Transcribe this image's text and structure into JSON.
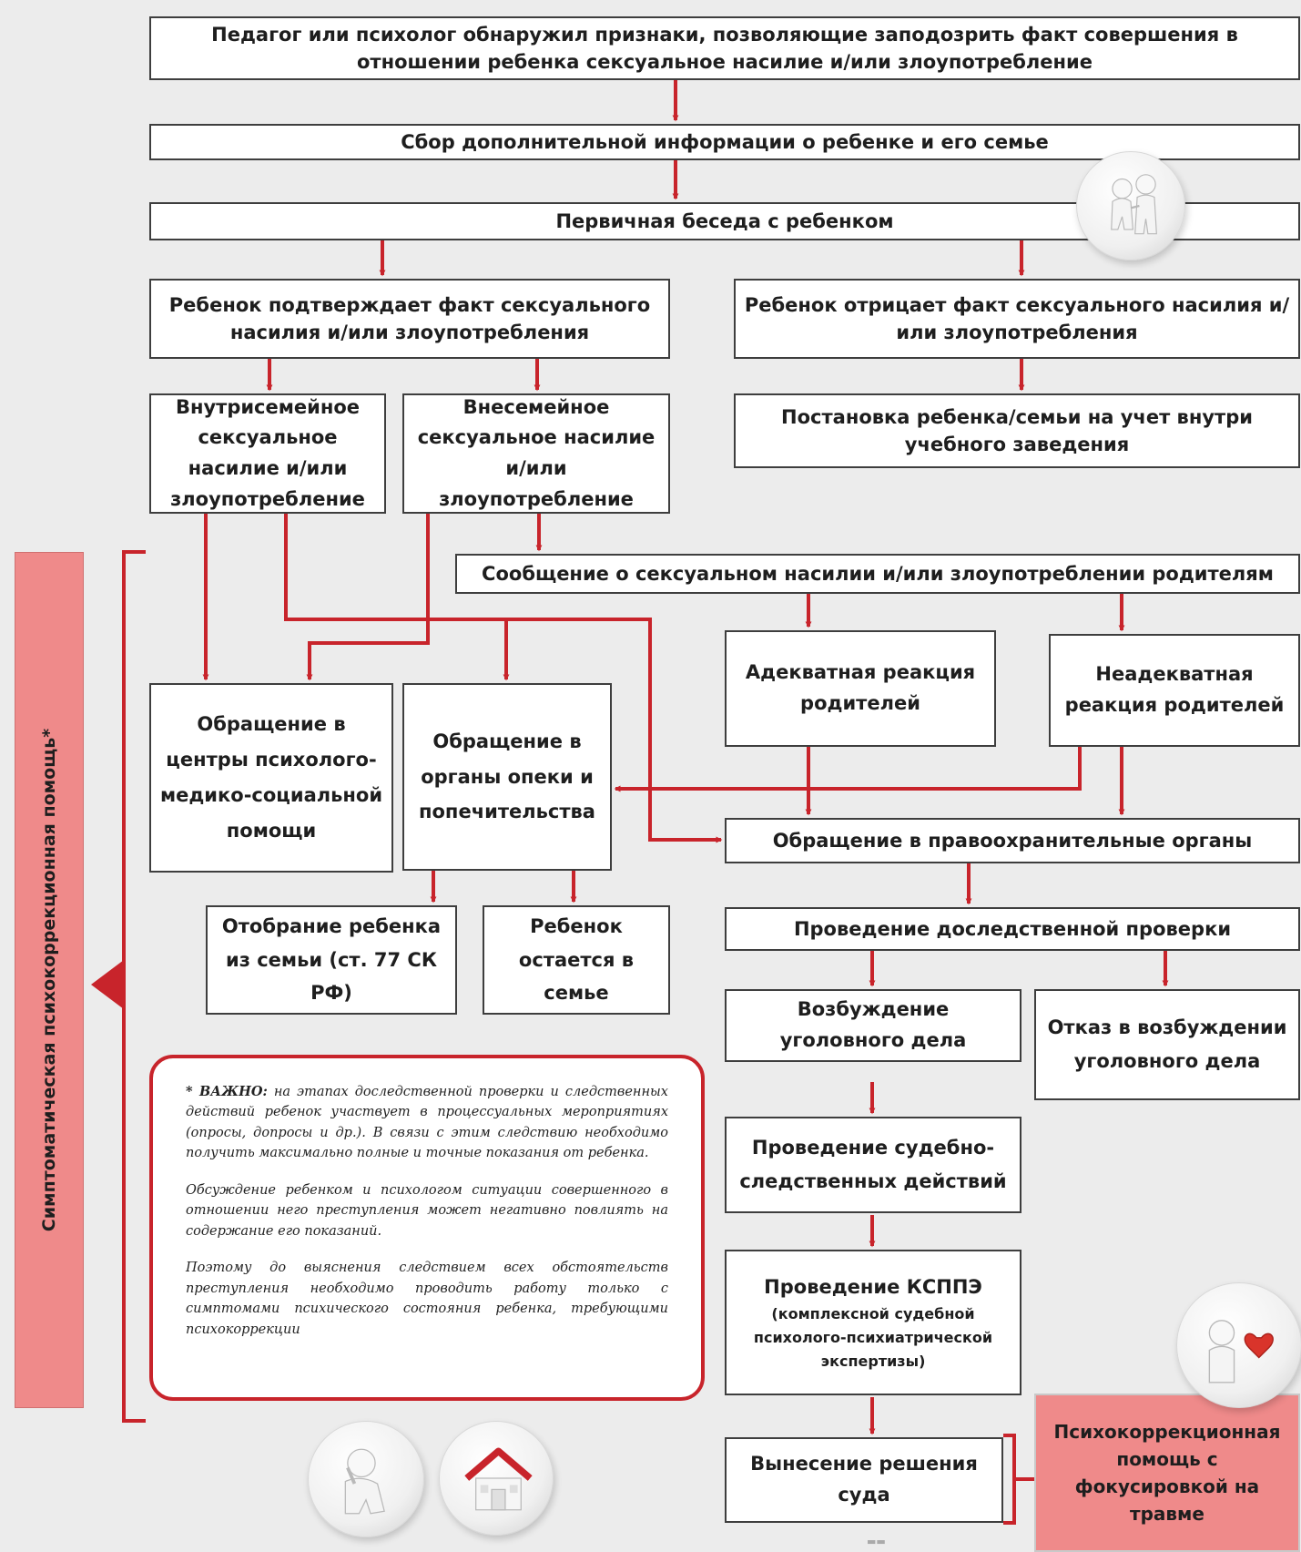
{
  "boxes": {
    "b1": "Педагог или психолог обнаружил признаки, позволяющие заподозрить факт совершения в отношении ребенка сексуальное насилие и/или злоупотребление",
    "b2": "Сбор дополнительной информации о ребенке и его семье",
    "b3": "Первичная беседа с ребенком",
    "b4": "Ребенок подтверждает факт сексуального насилия и/или злоупотребления",
    "b5": "Ребенок отрицает факт сексуального насилия и/или злоупотребления",
    "b6": "Внутрисемейное сексуальное насилие и/или злоупотребление",
    "b7": "Внесемейное сексуальное насилие и/или злоупотребление",
    "b8": "Постановка ребенка/семьи на учет внутри учебного заведения",
    "b9": "Сообщение о сексуальном насилии и/или злоупотреблении родителям",
    "b10": "Адекватная реакция родителей",
    "b11": "Неадекватная реакция родителей",
    "b12": "Обращение в центры психолого-медико-социальной помощи",
    "b13": "Обращение в органы опеки и попечительства",
    "b14": "Обращение в правоохранительные органы",
    "b15": "Отобрание ребенка из семьи (ст. 77 СК РФ)",
    "b16": "Ребенок остается в семье",
    "b17": "Проведение доследственной проверки",
    "b18": "Возбуждение уголовного дела",
    "b19": "Отказ в возбуждении уголовного дела",
    "b20": "Проведение судебно-следственных действий",
    "b21a": "Проведение КСППЭ",
    "b21b": "(комплексной судебной психолого-психиатрической экспертизы)",
    "b22": "Вынесение решения суда",
    "b23": "Психокоррекционная помощь с фокусировкой на травме"
  },
  "side_label": "Симптоматическая психокоррекционная помощь*",
  "note": {
    "p1_lead": "* ВАЖНО:",
    "p1": " на этапах доследственной проверки и следственных действий ребенок участвует в процессуальных мероприятиях (опросы, допросы и др.). В связи с этим следствию необходимо получить максимально полные и точные показания от ребенка.",
    "p2": "Обсуждение ребенком и психологом ситуации совершенного в отношении него преступления может негативно повлиять на содержание его показаний.",
    "p3": "Поэтому до выяснения следствием всех обстоятельств преступления необходимо проводить работу только с симптомами психического состояния ребенка, требующими психокоррекции"
  },
  "icons": [
    "people-helping-icon",
    "person-with-heart-icon",
    "person-thinking-icon",
    "house-icon"
  ],
  "colors": {
    "arrow": "#c8242b",
    "pink": "#ef8a8a",
    "border": "#3e3e3e",
    "background": "#ececec"
  }
}
